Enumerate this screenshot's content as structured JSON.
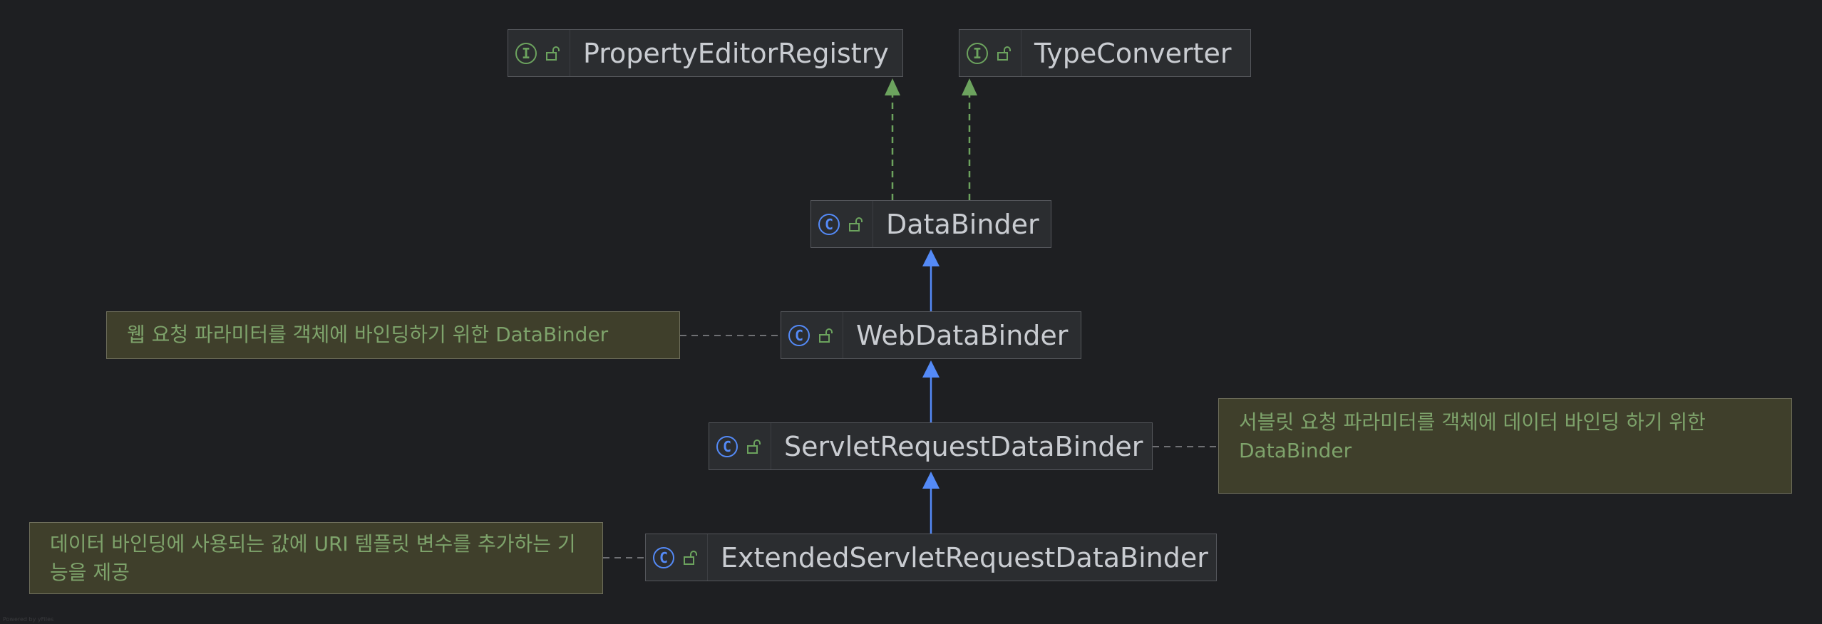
{
  "nodes": {
    "property_editor_registry": {
      "label": "PropertyEditorRegistry",
      "kind": "interface",
      "badge": "I"
    },
    "type_converter": {
      "label": "TypeConverter",
      "kind": "interface",
      "badge": "I"
    },
    "data_binder": {
      "label": "DataBinder",
      "kind": "class",
      "badge": "C"
    },
    "web_data_binder": {
      "label": "WebDataBinder",
      "kind": "class",
      "badge": "C"
    },
    "servlet_request_data_binder": {
      "label": "ServletRequestDataBinder",
      "kind": "class",
      "badge": "C"
    },
    "extended_servlet_request_data_binder": {
      "label": "ExtendedServletRequestDataBinder",
      "kind": "class",
      "badge": "C"
    }
  },
  "notes": {
    "web_data_binder_note": "웹 요청 파라미터를 객체에 바인딩하기 위한 DataBinder",
    "servlet_request_data_binder_note": "서블릿 요청 파라미터를 객체에 데이터 바인딩 하기 위한 DataBinder",
    "extended_servlet_request_data_binder_note": "데이터 바인딩에 사용되는 값에 URI 템플릿 변수를 추가하는 기능을 제공"
  },
  "footer": "Powered by yFiles",
  "colors": {
    "background": "#1e1f22",
    "node_fill": "#2b2d30",
    "node_border": "#55575c",
    "interface_accent": "#6ca35e",
    "class_accent": "#548af7",
    "realization_edge": "#6ca35e",
    "inheritance_edge": "#548af7",
    "note_fill": "#3f3f2b",
    "note_text": "#7ea36b",
    "note_link": "#6f7074"
  },
  "edges": [
    {
      "from": "data_binder",
      "to": "property_editor_registry",
      "type": "realization"
    },
    {
      "from": "data_binder",
      "to": "type_converter",
      "type": "realization"
    },
    {
      "from": "web_data_binder",
      "to": "data_binder",
      "type": "inheritance"
    },
    {
      "from": "servlet_request_data_binder",
      "to": "web_data_binder",
      "type": "inheritance"
    },
    {
      "from": "extended_servlet_request_data_binder",
      "to": "servlet_request_data_binder",
      "type": "inheritance"
    }
  ]
}
